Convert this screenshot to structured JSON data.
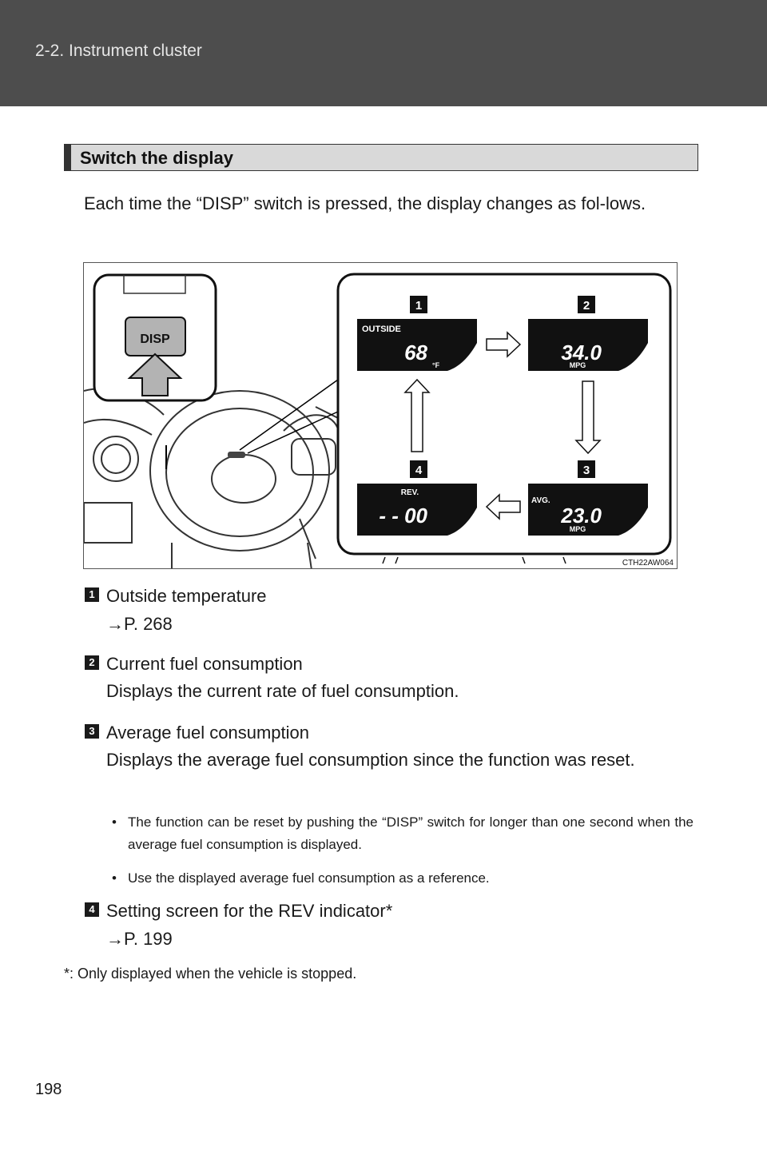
{
  "header": {
    "section": "2-2. Instrument cluster"
  },
  "section": {
    "title": "Switch the display",
    "intro": "Each time the “DISP” switch is pressed, the display changes as fol-lows."
  },
  "figure": {
    "disp_button": "DISP",
    "code": "CTH22AW064",
    "screens": [
      {
        "badge": "1",
        "label": "OUTSIDE",
        "value": "68",
        "unit": "°F"
      },
      {
        "badge": "2",
        "label": "",
        "value": "34.0",
        "unit": "MPG"
      },
      {
        "badge": "3",
        "label": "AVG.",
        "value": "23.0",
        "unit": "MPG"
      },
      {
        "badge": "4",
        "label": "REV.",
        "value": "- - 00",
        "unit": ""
      }
    ]
  },
  "items": [
    {
      "badge": "1",
      "title": "Outside temperature",
      "ref": "→P. 268"
    },
    {
      "badge": "2",
      "title": "Current fuel consumption",
      "desc": "Displays the current rate of fuel consumption."
    },
    {
      "badge": "3",
      "title": "Average fuel consumption",
      "desc": "Displays the average fuel consumption since the function was reset.",
      "bullets": [
        "The function can be reset by pushing the “DISP” switch for longer than one second when the average fuel consumption is displayed.",
        "Use the displayed average fuel consumption as a reference."
      ]
    },
    {
      "badge": "4",
      "title": "Setting screen for the REV indicator*",
      "ref": "→P. 199"
    }
  ],
  "footnote": "*: Only displayed when the vehicle is stopped.",
  "page_number": "198"
}
